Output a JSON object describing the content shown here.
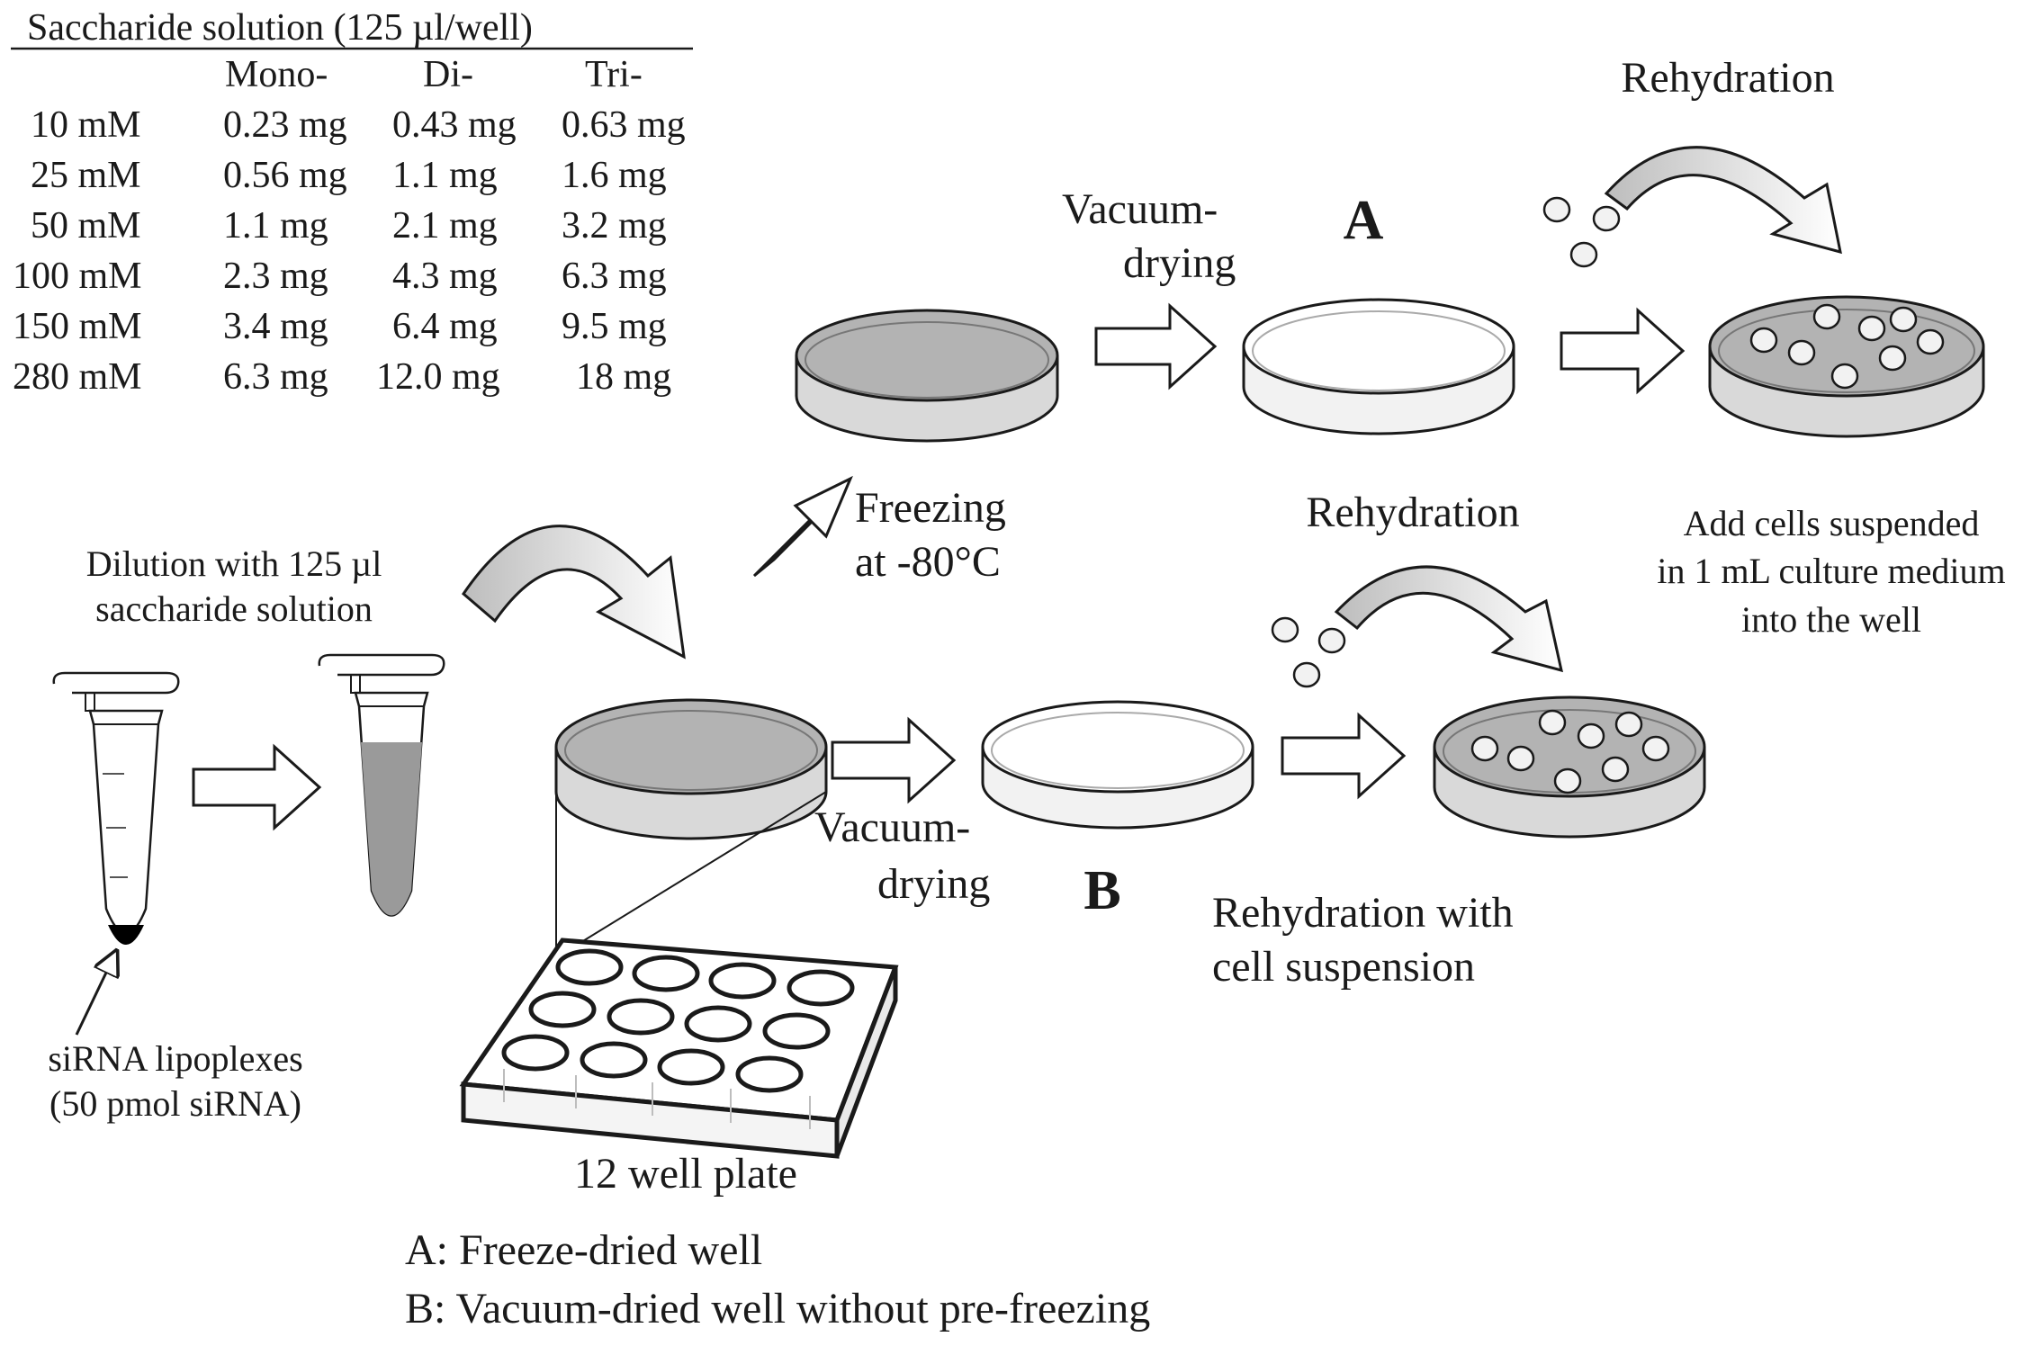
{
  "table": {
    "title": "Saccharide solution (125 µl/well)",
    "columns": [
      "Mono-",
      "Di-",
      "Tri-"
    ],
    "rows": [
      {
        "conc": "10 mM",
        "mono": "0.23 mg",
        "di": "0.43 mg",
        "tri": "0.63 mg"
      },
      {
        "conc": "25 mM",
        "mono": "0.56 mg",
        "di": "1.1 mg",
        "tri": "1.6 mg"
      },
      {
        "conc": "50 mM",
        "mono": "1.1 mg",
        "di": "2.1 mg",
        "tri": "3.2 mg"
      },
      {
        "conc": "100 mM",
        "mono": "2.3 mg",
        "di": "4.3 mg",
        "tri": "6.3 mg"
      },
      {
        "conc": "150 mM",
        "mono": "3.4 mg",
        "di": "6.4 mg",
        "tri": "9.5 mg"
      },
      {
        "conc": "280 mM",
        "mono": "6.3 mg",
        "di": "12.0 mg",
        "tri": "18 mg"
      }
    ]
  },
  "labels": {
    "dilution_line1": "Dilution with 125 µl",
    "dilution_line2": "saccharide solution",
    "sirna_line1": "siRNA lipoplexes",
    "sirna_line2": "(50 pmol siRNA)",
    "plate": "12 well plate",
    "freezing_line1": "Freezing",
    "freezing_line2": "at -80°C",
    "vacuum_top_line1": "Vacuum-",
    "vacuum_top_line2": "drying",
    "vacuum_bottom_line1": "Vacuum-",
    "vacuum_bottom_line2": "drying",
    "marker_a": "A",
    "marker_b": "B",
    "rehydration_top": "Rehydration",
    "rehydration_mid": "Rehydration",
    "add_cells_line1": "Add cells suspended",
    "add_cells_line2": "in 1 mL culture medium",
    "add_cells_line3": "into the well",
    "rehydration_cells_line1": "Rehydration with",
    "rehydration_cells_line2": "cell suspension",
    "legend_a": "A: Freeze-dried well",
    "legend_b": "B: Vacuum-dried well without pre-freezing"
  },
  "colors": {
    "dish_fill": "#b3b3b3",
    "dish_rim": "#d9d9d9",
    "stroke": "#1a1a1a",
    "cell": "#f2f2f2"
  }
}
